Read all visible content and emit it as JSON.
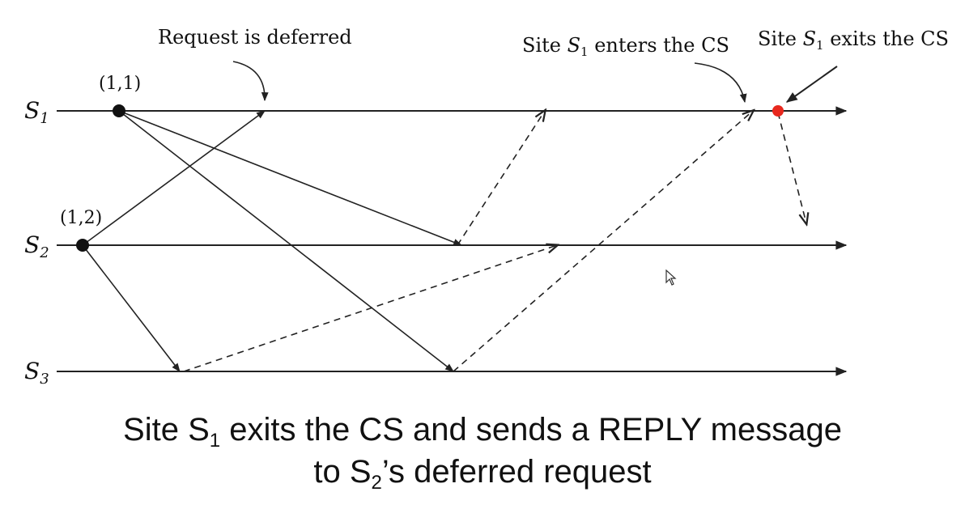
{
  "processes": [
    {
      "base": "S",
      "sub": "1"
    },
    {
      "base": "S",
      "sub": "2"
    },
    {
      "base": "S",
      "sub": "3"
    }
  ],
  "timestamps": [
    "(1,1)",
    "(1,2)"
  ],
  "annotations": {
    "deferred": "Request is deferred",
    "enters": {
      "pre": "Site ",
      "base": "S",
      "sub": "1",
      "post": " enters the CS"
    },
    "exits": {
      "pre": "Site ",
      "base": "S",
      "sub": "1",
      "post": " exits the CS"
    }
  },
  "caption": {
    "line1_pre": "Site S",
    "line1_sub": "1",
    "line1_post": " exits the CS and sends a REPLY message",
    "line2_pre": "to S",
    "line2_sub": "2",
    "line2_post": "’s deferred request"
  },
  "colors": {
    "line": "#222222",
    "event_dot": "#111111",
    "exit_dot": "#e8281e"
  }
}
